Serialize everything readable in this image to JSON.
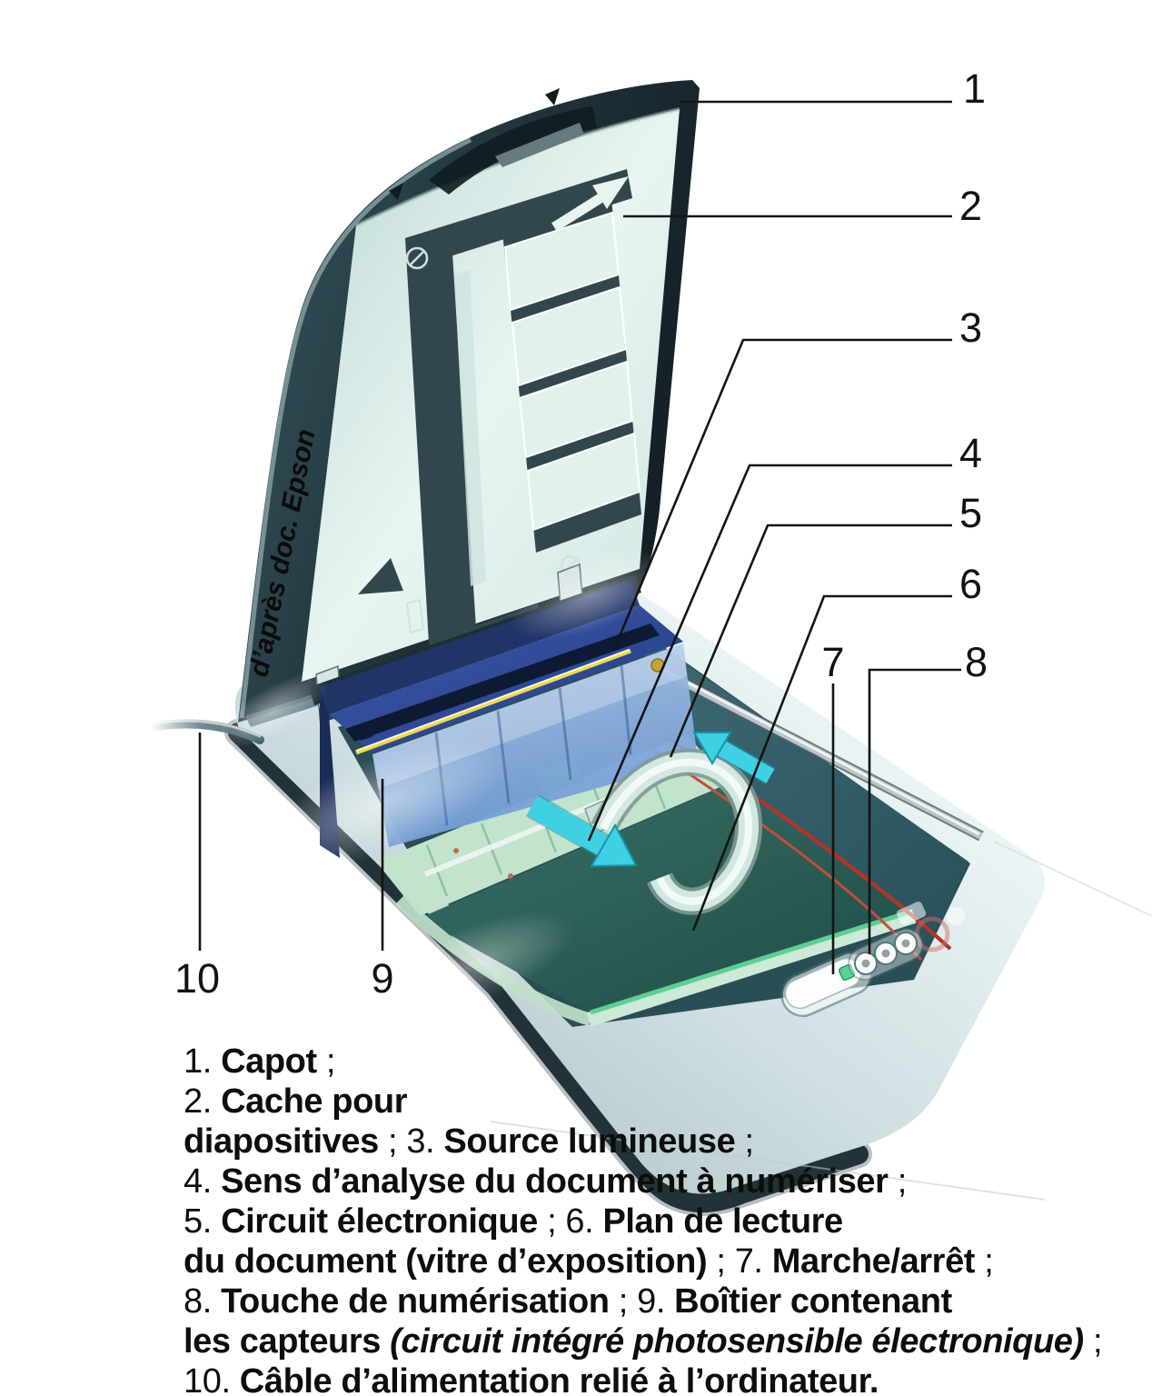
{
  "credit": "d’après doc. Epson",
  "callouts": [
    {
      "label": "1"
    },
    {
      "label": "2"
    },
    {
      "label": "3"
    },
    {
      "label": "4"
    },
    {
      "label": "5"
    },
    {
      "label": "6"
    },
    {
      "label": "7"
    },
    {
      "label": "8"
    },
    {
      "label": "9"
    },
    {
      "label": "10"
    }
  ],
  "legend": {
    "lines": [
      {
        "segments": [
          {
            "t": "1. ",
            "s": "n"
          },
          {
            "t": "Capot",
            "s": "b"
          },
          {
            "t": " ;",
            "s": "n"
          }
        ]
      },
      {
        "segments": [
          {
            "t": "2. ",
            "s": "n"
          },
          {
            "t": "Cache pour",
            "s": "b"
          }
        ]
      },
      {
        "segments": [
          {
            "t": "diapositives",
            "s": "b"
          },
          {
            "t": " ; 3. ",
            "s": "n"
          },
          {
            "t": "Source lumineuse",
            "s": "b"
          },
          {
            "t": " ;",
            "s": "n"
          }
        ]
      },
      {
        "segments": [
          {
            "t": "4. ",
            "s": "n"
          },
          {
            "t": "Sens d’analyse du document à numériser",
            "s": "b"
          },
          {
            "t": " ;",
            "s": "n"
          }
        ]
      },
      {
        "segments": [
          {
            "t": "5. ",
            "s": "n"
          },
          {
            "t": "Circuit électronique",
            "s": "b"
          },
          {
            "t": " ; 6. ",
            "s": "n"
          },
          {
            "t": "Plan de lecture",
            "s": "b"
          }
        ]
      },
      {
        "segments": [
          {
            "t": "du document (vitre d’exposition)",
            "s": "b"
          },
          {
            "t": " ; 7. ",
            "s": "n"
          },
          {
            "t": "Marche/arrêt",
            "s": "b"
          },
          {
            "t": " ;",
            "s": "n"
          }
        ]
      },
      {
        "segments": [
          {
            "t": "8. ",
            "s": "n"
          },
          {
            "t": "Touche de numérisation",
            "s": "b"
          },
          {
            "t": " ; 9. ",
            "s": "n"
          },
          {
            "t": "Boîtier contenant",
            "s": "b"
          }
        ]
      },
      {
        "segments": [
          {
            "t": "les capteurs ",
            "s": "b"
          },
          {
            "t": "(circuit intégré photosensible électronique)",
            "s": "bi"
          },
          {
            "t": " ;",
            "s": "n"
          }
        ]
      },
      {
        "segments": [
          {
            "t": "10. ",
            "s": "n"
          },
          {
            "t": "Câble d’alimentation relié à l’ordinateur.",
            "s": "b"
          }
        ]
      }
    ]
  },
  "colors": {
    "lid_teal": "#2c454c",
    "lid_glass": "#dcEeec",
    "carriage_blue": "#7ca3d8",
    "lamp_yellow": "#ecd94d",
    "arrow_cyan": "#3fd0e4",
    "deck_green": "#c2e3cc",
    "bed_teal": "#2f625c",
    "wire_red": "#b23527",
    "led_green": "#57d492",
    "rim_silver": "#c6d8db"
  }
}
